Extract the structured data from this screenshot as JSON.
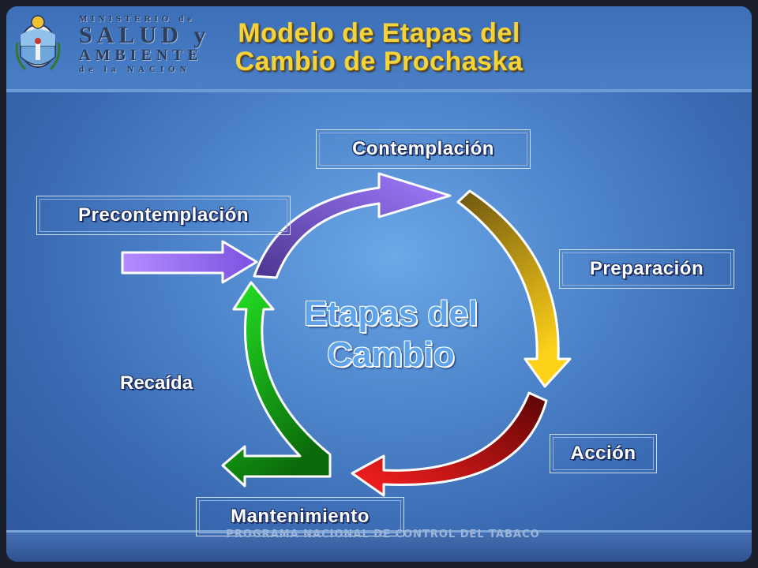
{
  "header": {
    "title_line1": "Modelo de Etapas del",
    "title_line2": "Cambio de Prochaska",
    "logo": {
      "line1": "MINISTERIO de",
      "line2": "SALUD y",
      "line3": "AMBIENTE",
      "line4": "de la NACIÓN",
      "icon": "argentina-coat-of-arms-icon"
    }
  },
  "diagram": {
    "center_line1": "Etapas del",
    "center_line2": "Cambio",
    "stages": {
      "precontemplation": "Precontemplación",
      "contemplation": "Contemplación",
      "preparation": "Preparación",
      "action": "Acción",
      "maintenance": "Mantenimiento",
      "relapse": "Recaída"
    },
    "colors": {
      "arrow_precontemplation": "#9b6cf0",
      "arrow_preparation": "#e8c200",
      "arrow_action": "#e01010",
      "arrow_relapse": "#22c422",
      "title": "#f5d33a"
    }
  },
  "footer": {
    "text": "PROGRAMA NACIONAL DE CONTROL DEL TABACO"
  }
}
